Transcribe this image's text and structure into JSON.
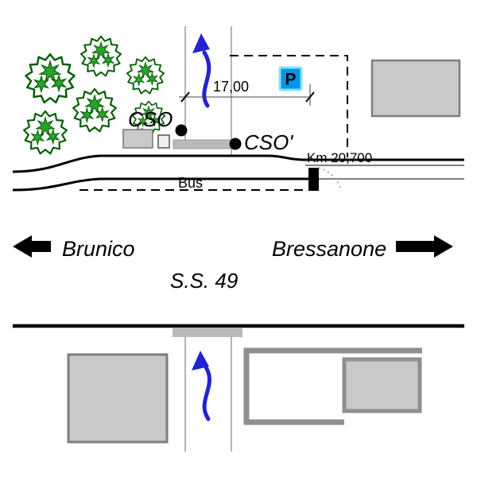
{
  "diagram": {
    "type": "road-site-plan",
    "labels": {
      "stop_point": "CSO",
      "stop_point_prime": "CSO'",
      "dimension": "17,00",
      "bus": "Bus",
      "km_marker": "Km 20,700",
      "destination_left": "Brunico",
      "destination_right": "Bressanone",
      "road_name": "S.S. 49",
      "parking_sign": "P"
    },
    "icons": {
      "tree": "tree-icon",
      "up_route_arrow": "up-arrow-icon",
      "left_arrow": "left-arrow-icon",
      "right_arrow": "right-arrow-icon",
      "parking": "parking-sign-icon"
    },
    "colors": {
      "tree_outline": "#005c00",
      "tree_foliage": "#2da12d",
      "building_fill": "#c9c9c9",
      "building_border": "#7d7d7d",
      "structure_gray": "#8f8f8f",
      "platform_gray": "#b9b9b9",
      "arrow_blue": "#2323cf",
      "parking_blue": "#0096e8",
      "parking_border": "#86e1ff",
      "line_black": "#000000"
    }
  }
}
